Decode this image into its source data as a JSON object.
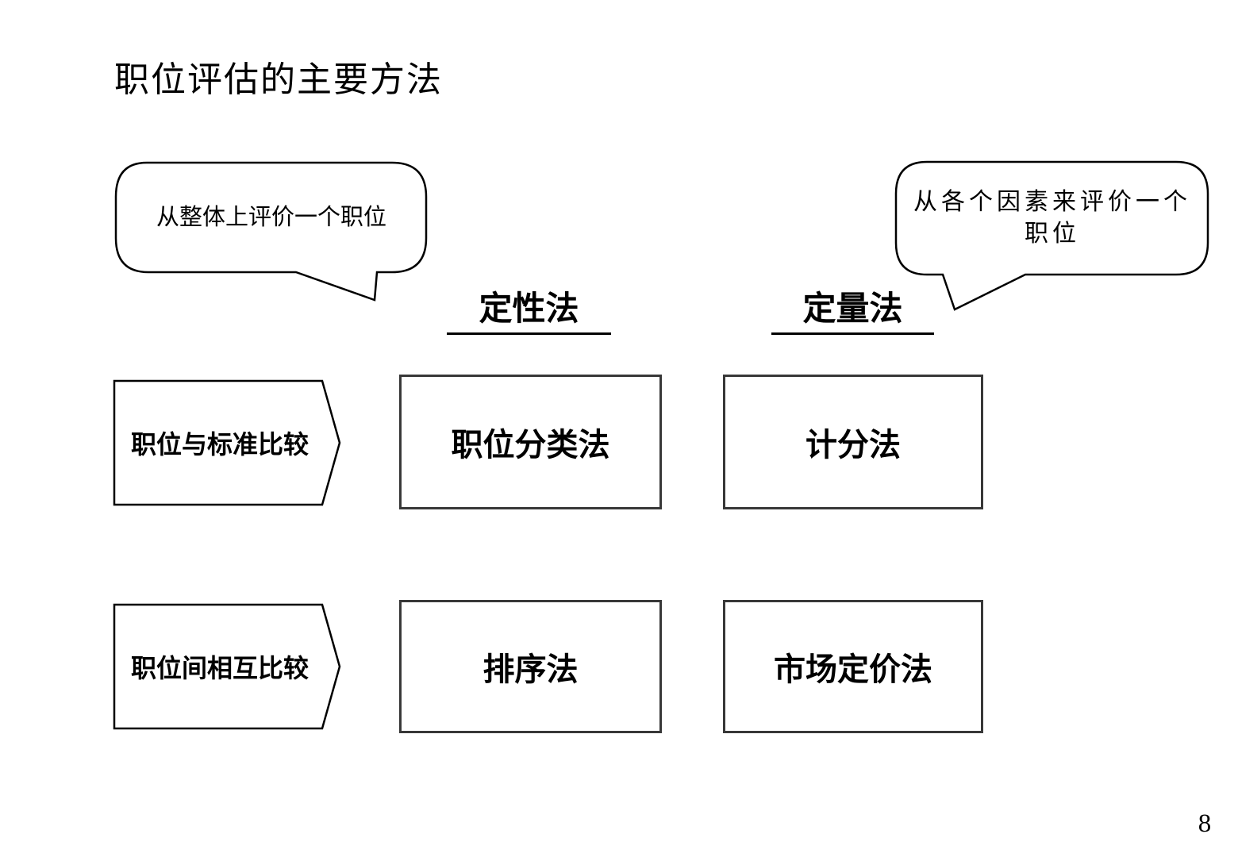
{
  "slide": {
    "title": "职位评估的主要方法",
    "page_number": "8"
  },
  "callouts": {
    "holistic": "从整体上评价一个职位",
    "factor_based": "从各个因素来评价一个职位"
  },
  "columns": [
    {
      "label": "定性法"
    },
    {
      "label": "定量法"
    }
  ],
  "row_arrows": [
    {
      "label": "职位与标准比较"
    },
    {
      "label": "职位间相互比较"
    }
  ],
  "method_boxes": [
    {
      "label": "职位分类法"
    },
    {
      "label": "计分法"
    },
    {
      "label": "排序法"
    },
    {
      "label": "市场定价法"
    }
  ],
  "colors": {
    "ink": "#000000",
    "box_border": "#383838",
    "background": "#ffffff"
  }
}
